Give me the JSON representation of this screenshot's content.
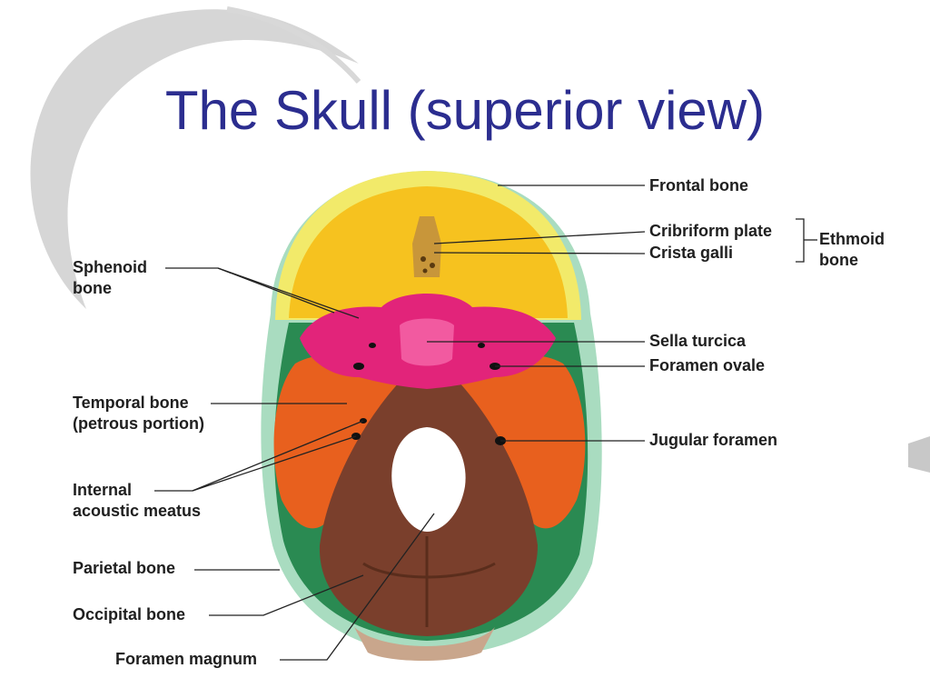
{
  "title": "The Skull (superior view)",
  "labels": {
    "frontal_bone": "Frontal bone",
    "cribriform_plate": "Cribriform plate",
    "crista_galli": "Crista galli",
    "ethmoid_bone_1": "Ethmoid",
    "ethmoid_bone_2": "bone",
    "sphenoid_bone_1": "Sphenoid",
    "sphenoid_bone_2": "bone",
    "sella_turcica": "Sella turcica",
    "foramen_ovale": "Foramen ovale",
    "temporal_bone_1": "Temporal bone",
    "temporal_bone_2": "(petrous portion)",
    "jugular_foramen": "Jugular foramen",
    "internal_acoustic_1": "Internal",
    "internal_acoustic_2": "acoustic meatus",
    "parietal_bone": "Parietal bone",
    "occipital_bone": "Occipital bone",
    "foramen_magnum": "Foramen magnum"
  },
  "colors": {
    "title": "#2b2d8f",
    "frontal": "#f6c21f",
    "cranial_rim": "#f2ea6a",
    "sphenoid": "#e2247a",
    "temporal": "#e8601e",
    "occipital": "#7a3f2c",
    "parietal_inner": "#2a8a52",
    "parietal_rim": "#a9dcc0",
    "decoration": "#c8c8c8"
  }
}
